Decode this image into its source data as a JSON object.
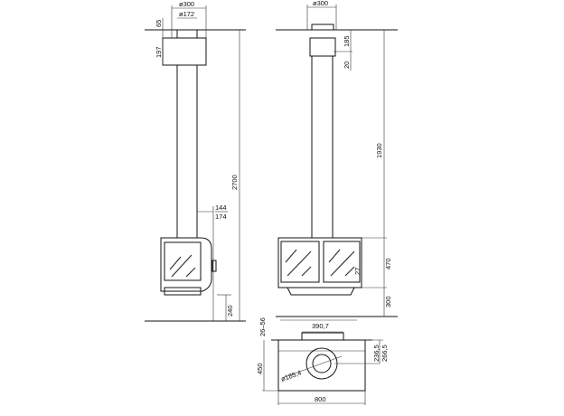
{
  "side_view": {
    "flue_outer_diameter": "ø300",
    "flue_inner_diameter": "ø172",
    "dim_top_offset": "65",
    "dim_collar_height": "197",
    "dim_total_height": "2700",
    "dim_offset_a": "144",
    "dim_offset_b": "174",
    "dim_floor_clearance": "240",
    "dim_range": "26–56"
  },
  "front_view": {
    "flue_outer_diameter": "ø300",
    "dim_collar_height": "185",
    "dim_gap": "20",
    "dim_flue_length": "1930",
    "dim_stove_height": "470",
    "dim_frame": "27",
    "dim_floor_clearance": "300"
  },
  "top_view": {
    "dim_top_width": "390,7",
    "dim_depth_a": "236,5",
    "dim_depth_b": "266,5",
    "dim_depth_total": "450",
    "dim_flue_diameter": "ø185,4",
    "dim_width": "800"
  }
}
